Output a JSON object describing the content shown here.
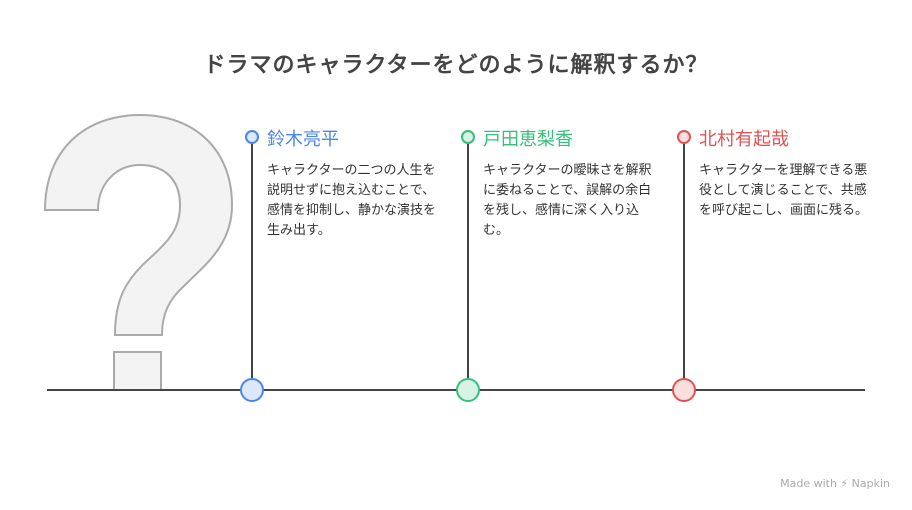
{
  "title": "ドラマのキャラクターをどのように解釈するか？",
  "items": [
    {
      "name": "鈴木亮平",
      "color": "#4a86e8",
      "fill": "#dce8fb",
      "description": "キャラクターの二つの人生を説明せずに抱え込むことで、感情を抑制し、静かな演技を生み出す。"
    },
    {
      "name": "戸田恵梨香",
      "color": "#34c07a",
      "fill": "#d8f3e4",
      "description": "キャラクターの曖昧さを解釈に委ねることで、誤解の余白を残し、感情に深く入り込む。"
    },
    {
      "name": "北村有起哉",
      "color": "#e05252",
      "fill": "#fbdede",
      "description": "キャラクターを理解できる悪役として演じることで、共感を呼び起こし、画面に残る。"
    }
  ],
  "footer": "Made with ⚡ Napkin"
}
